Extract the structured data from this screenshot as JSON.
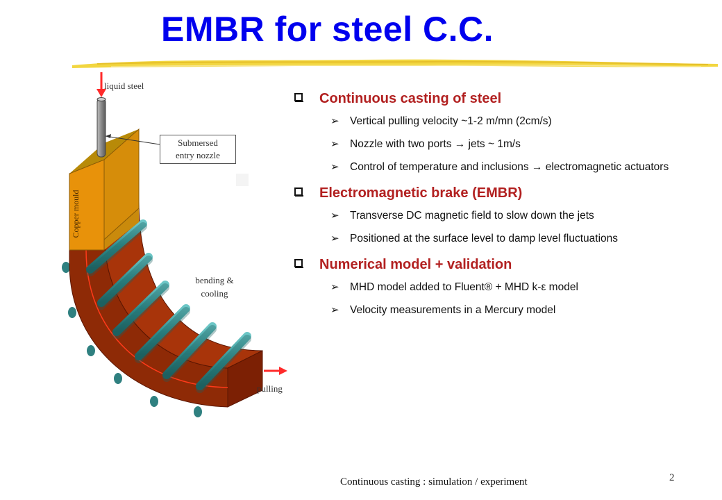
{
  "slide": {
    "title": "EMBR for steel C.C.",
    "page_number": "2",
    "footer": "Continuous casting : simulation / experiment"
  },
  "diagram": {
    "labels": {
      "liquid_steel": "liquid steel",
      "nozzle_line1": "Submersed",
      "nozzle_line2": "entry nozzle",
      "mould": "Copper mould",
      "bending_line1": "bending &",
      "bending_line2": "cooling",
      "pulling": "pulling"
    },
    "colors": {
      "mould_front": "#e8920a",
      "mould_side": "#a96f08",
      "mould_top": "#c88a10",
      "strand": "#9a2a08",
      "strand_dark": "#7a1e04",
      "rollers": "#3a9a9a",
      "arrows": "#ff2a2a"
    }
  },
  "sections": [
    {
      "heading": "Continuous casting of steel",
      "items": [
        {
          "text": "Vertical pulling velocity ~1-2 m/mn (2cm/s)"
        },
        {
          "text": "Nozzle with two ports → jets ~ 1m/s"
        },
        {
          "text": "Control of temperature and inclusions → electromagnetic actuators"
        }
      ]
    },
    {
      "heading": "Electromagnetic brake (EMBR)",
      "items": [
        {
          "text": "Transverse DC magnetic field to slow down the jets"
        },
        {
          "text": "Positioned at the surface level to damp level fluctuations"
        }
      ]
    },
    {
      "heading": "Numerical model + validation",
      "items": [
        {
          "text": "MHD model added to Fluent® + MHD k-ε model"
        },
        {
          "text": "Velocity measurements in a Mercury model"
        }
      ]
    }
  ],
  "colors": {
    "title": "#0000ee",
    "headings": "#b22020",
    "underline_brush": "#f2d640"
  }
}
